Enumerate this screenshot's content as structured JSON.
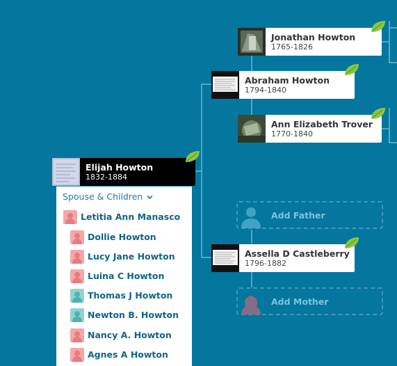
{
  "people": {
    "focus": {
      "name": "Elijah Howton",
      "dates": "1832-1884"
    },
    "father": {
      "name": "Abraham Howton",
      "dates": "1794-1840"
    },
    "paternal_grandfather": {
      "name": "Jonathan Howton",
      "dates": "1765-1826"
    },
    "paternal_grandmother": {
      "name": "Ann Elizabeth Trover",
      "dates": "1770-1840"
    },
    "mother": {
      "name": "Assella D Castleberry",
      "dates": "1796-1882"
    }
  },
  "add": {
    "father": "Add Father",
    "mother": "Add Mother"
  },
  "family_panel": {
    "heading": "Spouse & Children",
    "spouse": {
      "name": "Letitia Ann Manasco",
      "gender": "female"
    },
    "children": [
      {
        "name": "Dollie Howton",
        "gender": "female"
      },
      {
        "name": "Lucy Jane Howton",
        "gender": "female"
      },
      {
        "name": "Luina C Howton",
        "gender": "female"
      },
      {
        "name": "Thomas J Howton",
        "gender": "male"
      },
      {
        "name": "Newton B. Howton",
        "gender": "male"
      },
      {
        "name": "Nancy A. Howton",
        "gender": "female"
      },
      {
        "name": "Agnes A Howton",
        "gender": "female"
      }
    ]
  },
  "colors": {
    "background": "#05769e",
    "female_avatar": "#f4a7a8",
    "male_avatar": "#8fd3cf",
    "link": "#11638a",
    "leaf": "#8cc63f"
  },
  "icons": {
    "hint": "leaf-icon",
    "expand": "chevron-down-icon",
    "placeholder": "person-silhouette-icon"
  }
}
